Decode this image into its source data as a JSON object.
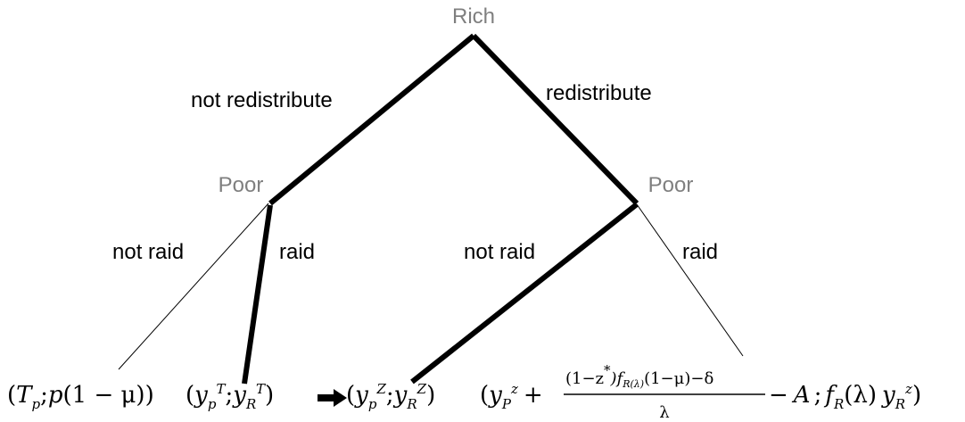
{
  "nodes": {
    "rich": "Rich",
    "poor_left": "Poor",
    "poor_right": "Poor"
  },
  "edges": {
    "not_redistribute": "not redistribute",
    "redistribute": "redistribute",
    "left_not_raid": "not raid",
    "left_raid": "raid",
    "right_not_raid": "not raid",
    "right_raid": "raid"
  },
  "payoffs": {
    "p1": {
      "open": "(",
      "T": "T",
      "T_sub": "p",
      "semicolon": ";",
      "p": "p",
      "rest": "(1 − μ))"
    },
    "p2": {
      "open": "(",
      "y1": "y",
      "y1_sub": "p",
      "y1_sup": "T",
      "semicolon": ";",
      "y2": "y",
      "y2_sub": "R",
      "y2_sup": "T",
      "close": ")"
    },
    "p3": {
      "open": "(",
      "y1": "y",
      "y1_sub": "p",
      "y1_sup": "Z",
      "semicolon": ";",
      "y2": "y",
      "y2_sub": "R",
      "y2_sup": "Z",
      "close": ")"
    },
    "p4": {
      "open": "(",
      "y": "y",
      "y_sub": "P",
      "y_sup": "z",
      "plus": "+",
      "num_a": "(1−z",
      "num_star": "*",
      "num_b": ")f",
      "num_sub": "R(λ)",
      "num_c": "(1−μ)−δ",
      "den": "λ",
      "minus": "−",
      "A": "A",
      "semicolon": ";",
      "f": "f",
      "f_sub": "R",
      "lambda": "(λ)",
      "y2": "y",
      "y2_sub": "R",
      "y2_sup": "z",
      "close": ")"
    }
  }
}
